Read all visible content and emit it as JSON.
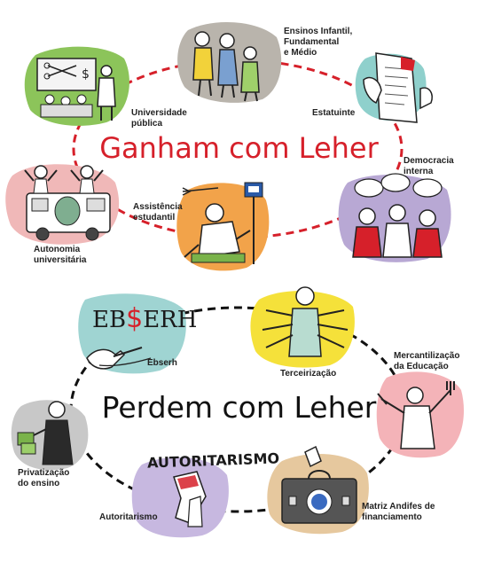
{
  "titles": {
    "top": "Ganham com Leher",
    "bottom": "Perdem com Leher"
  },
  "gains": [
    {
      "id": "universidade",
      "lines": [
        "Universidade",
        "pública"
      ]
    },
    {
      "id": "ensinos",
      "lines": [
        "Ensinos Infantil,",
        "Fundamental",
        "e Médio"
      ]
    },
    {
      "id": "estatuinte",
      "lines": [
        "Estatuinte"
      ]
    },
    {
      "id": "democracia",
      "lines": [
        "Democracia",
        "interna"
      ]
    },
    {
      "id": "assistencia",
      "lines": [
        "Assistência",
        "estudantil"
      ]
    },
    {
      "id": "autonomia",
      "lines": [
        "Autonomia",
        "universitária"
      ]
    }
  ],
  "losses": [
    {
      "id": "ebserh",
      "lines": [
        "Ebserh"
      ]
    },
    {
      "id": "terceirizacao",
      "lines": [
        "Terceirização"
      ]
    },
    {
      "id": "mercantilizacao",
      "lines": [
        "Mercantilização",
        "da Educação"
      ]
    },
    {
      "id": "matriz",
      "lines": [
        "Matriz Andifes de",
        "financiamento"
      ]
    },
    {
      "id": "autoritarismo",
      "lines": [
        "Autoritarismo"
      ]
    },
    {
      "id": "privatizacao",
      "lines": [
        "Privatização",
        "do ensino"
      ]
    }
  ],
  "drawn_text": {
    "ebserh_logo_left": "EB",
    "ebserh_logo_mark": "$",
    "ebserh_logo_right": "ERH",
    "autoritarismo_word": "AUTORITARISMO",
    "board_scissors_sign": "$"
  },
  "colors": {
    "top_ring": "#d6202a",
    "bottom_ring": "#111111",
    "top_title": "#d6202a",
    "bottom_title": "#111111"
  }
}
